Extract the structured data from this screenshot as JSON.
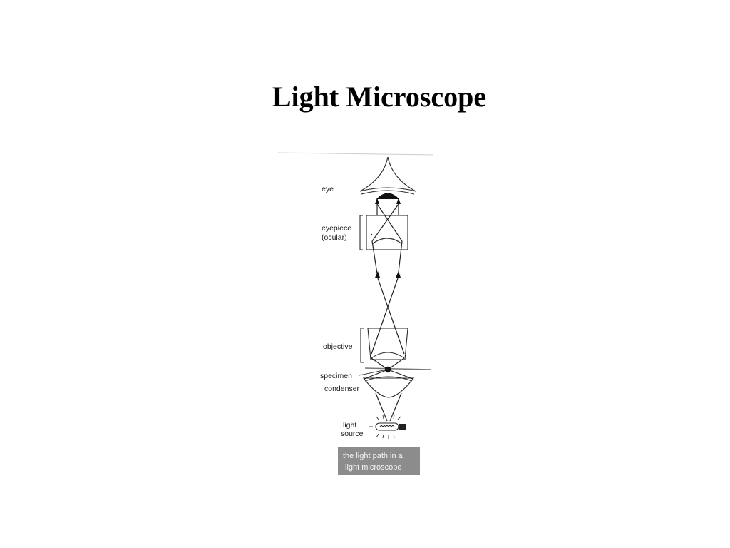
{
  "title": "Light Microscope",
  "diagram": {
    "labels": {
      "eye": "eye",
      "eyepiece_line1": "eyepiece",
      "eyepiece_line2": "(ocular)",
      "objective": "objective",
      "specimen": "specimen",
      "condenser": "condenser",
      "light_line1": "light",
      "light_line2": "source"
    },
    "caption_line1": "the light path in a",
    "caption_line2": "light microscope"
  },
  "colors": {
    "background": "#ffffff",
    "caption_box": "#8c8c8c",
    "ink": "#222222"
  }
}
